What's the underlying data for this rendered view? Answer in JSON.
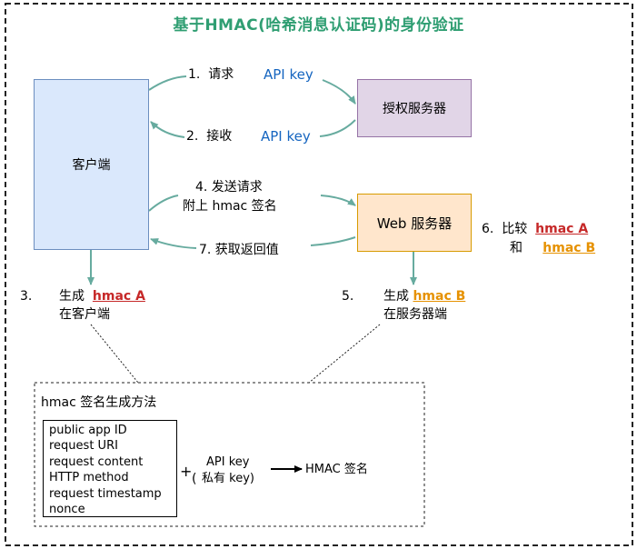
{
  "title": "基于HMAC(哈希消息认证码)的身份验证",
  "nodes": {
    "client": "客户端",
    "auth_server": "授权服务器",
    "web_server": "Web 服务器"
  },
  "steps": {
    "s1": {
      "num": "1.",
      "text": "请求",
      "key": "API key"
    },
    "s2": {
      "num": "2.",
      "text": "接收",
      "key": "API key"
    },
    "s4": {
      "line1": "4. 发送请求",
      "line2": "附上 hmac 签名"
    },
    "s7": {
      "text": "7. 获取返回值"
    },
    "s3": {
      "num": "3.",
      "text": "生成",
      "hmac": "hmac A",
      "sub": "在客户端"
    },
    "s5": {
      "num": "5.",
      "text": "生成",
      "hmac": "hmac B",
      "sub": "在服务器端"
    },
    "s6": {
      "num": "6.",
      "text": "比较",
      "a": "hmac A",
      "and": "和",
      "b": "hmac B"
    }
  },
  "method": {
    "title": "hmac 签名生成方法",
    "attributes": [
      "public app ID",
      "request URI",
      "request content",
      "HTTP method",
      "request timestamp",
      "nonce"
    ],
    "plus": "+",
    "paren_open": "(",
    "key_line1": "API key",
    "key_line2": "私有   key)",
    "result": "HMAC 签名"
  },
  "colors": {
    "title": "#2f9e72",
    "arrow": "#67ab9f",
    "client_fill": "#dae8fc",
    "auth_fill": "#e1d5e7",
    "web_fill": "#ffe6cc",
    "api_key": "#1565c0",
    "hmac_a": "#c62828",
    "hmac_b": "#e69100"
  }
}
